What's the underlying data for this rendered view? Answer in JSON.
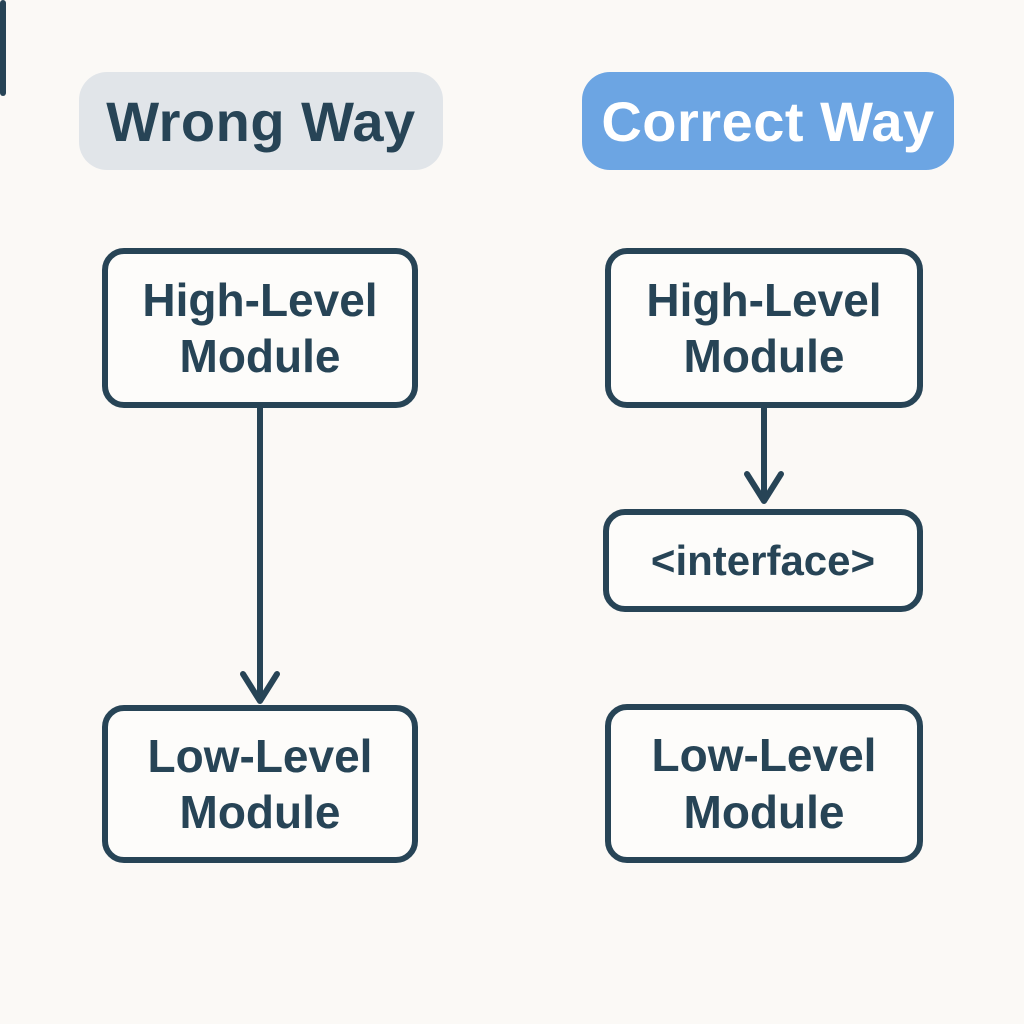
{
  "diagram": {
    "left_panel": {
      "header": "Wrong Way",
      "nodes": {
        "high": "High-Level Module",
        "low": "Low-Level Module"
      },
      "connectors": [
        {
          "from": "high",
          "to": "low",
          "style": "arrow"
        }
      ]
    },
    "right_panel": {
      "header": "Correct Way",
      "nodes": {
        "high": "High-Level Module",
        "interface": "<interface>",
        "low": "Low-Level Module"
      },
      "connectors": [
        {
          "from": "high",
          "to": "interface",
          "style": "arrow"
        },
        {
          "from": "interface",
          "to": "low",
          "style": "line"
        }
      ]
    },
    "colors": {
      "ink": "#274456",
      "page_background": "#fbf9f6",
      "node_background": "#fdfcfa",
      "wrong_header_background": "#e1e5e9",
      "wrong_header_text": "#274456",
      "correct_header_background": "#6ca5e3",
      "correct_header_text": "#ffffff"
    }
  }
}
